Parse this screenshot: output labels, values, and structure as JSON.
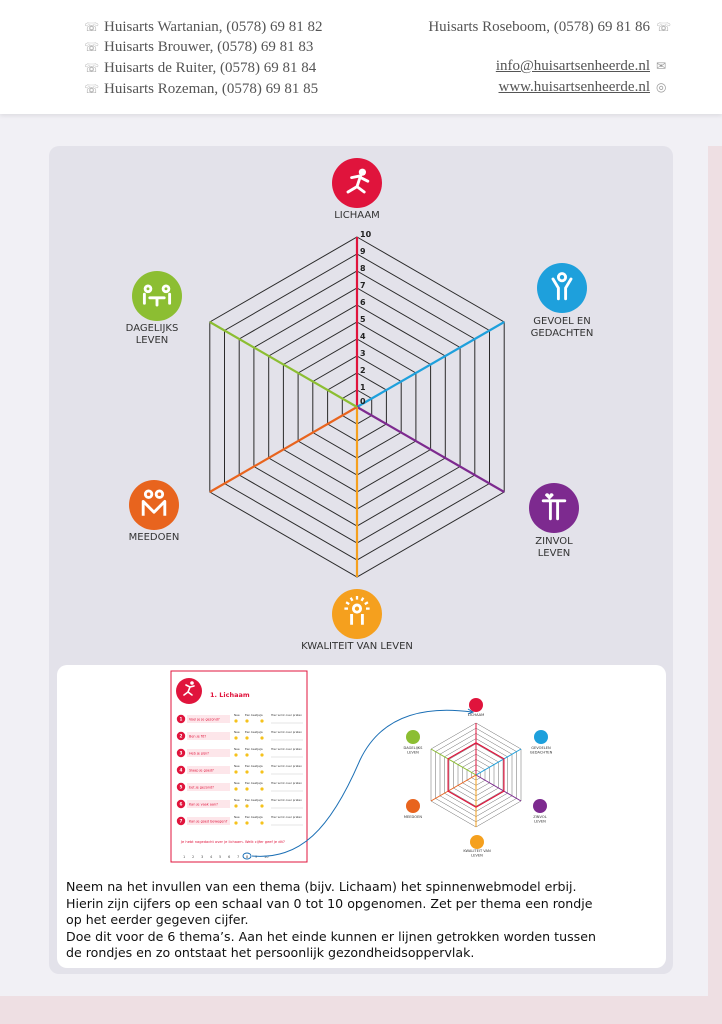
{
  "header": {
    "left_lines": [
      "Huisarts Wartanian, (0578) 69 81 82",
      "Huisarts Brouwer, (0578) 69 81 83",
      "Huisarts de Ruiter, (0578) 69 81 84",
      "Huisarts Rozeman, (0578) 69 81 85"
    ],
    "right_phone": "Huisarts Roseboom, (0578) 69 81 86",
    "email": "info@huisartsenheerde.nl",
    "website": "www.huisartsenheerde.nl"
  },
  "spider": {
    "scale": [
      "0",
      "1",
      "2",
      "3",
      "4",
      "5",
      "6",
      "7",
      "8",
      "9",
      "10"
    ],
    "themes": [
      {
        "key": "lichaam",
        "lines": [
          "LICHAAM"
        ],
        "color": "#e0143c",
        "icon": "running-person-icon"
      },
      {
        "key": "gevoel",
        "lines": [
          "GEVOEL EN",
          "GEDACHTEN"
        ],
        "color": "#1ea0dc",
        "icon": "person-raising-arms-icon"
      },
      {
        "key": "zinvol",
        "lines": [
          "ZINVOL",
          "LEVEN"
        ],
        "color": "#7d2a8f",
        "icon": "person-with-heart-icon"
      },
      {
        "key": "kwaliteit",
        "lines": [
          "KWALITEIT VAN LEVEN"
        ],
        "color": "#f5a01e",
        "icon": "person-radiant-icon"
      },
      {
        "key": "meedoen",
        "lines": [
          "MEEDOEN"
        ],
        "color": "#e8641e",
        "icon": "two-people-icon"
      },
      {
        "key": "dagelijks",
        "lines": [
          "DAGELIJKS",
          "LEVEN"
        ],
        "color": "#8cbe32",
        "icon": "people-at-table-icon"
      }
    ]
  },
  "example": {
    "form_title": "1. Lichaam",
    "form_columns": [
      "Nee",
      "Een beetje",
      "Ja",
      "Hier wil ik over praten"
    ],
    "form_questions": [
      "Voel je je gezond?",
      "Ben je fit?",
      "Heb je pijn?",
      "Slaap je goed?",
      "Eet je gezond?",
      "Kan je vaak aan?",
      "Kan je goed bewegen?"
    ],
    "form_footer": "Je hebt nagedacht over je lichaam. Welk cijfer geef je dit?",
    "form_scale": [
      "1",
      "2",
      "3",
      "4",
      "5",
      "6",
      "7",
      "8",
      "9",
      "10"
    ],
    "mini_labels": [
      "LICHAAM",
      "GEVOELEN GEDACHTEN",
      "ZINVOL LEVEN",
      "KWALITEIT VAN LEVEN",
      "MEEDOEN",
      "DAGELIJKS LEVEN"
    ]
  },
  "description": [
    "Neem na het invullen van een thema (bijv. Lichaam) het spinnenwebmodel erbij.",
    "Hierin zijn cijfers op een schaal van 0 tot 10 opgenomen. Zet per thema een rondje",
    "op het eerder gegeven cijfer.",
    "Doe dit voor de 6 thema’s. Aan het einde kunnen er lijnen getrokken worden tussen",
    "de rondjes en zo ontstaat het persoonlijk gezondheidsoppervlak."
  ],
  "colors": {
    "accent": "#e0143c",
    "card": "#e3e2ea",
    "strip": "#eedfe3"
  }
}
